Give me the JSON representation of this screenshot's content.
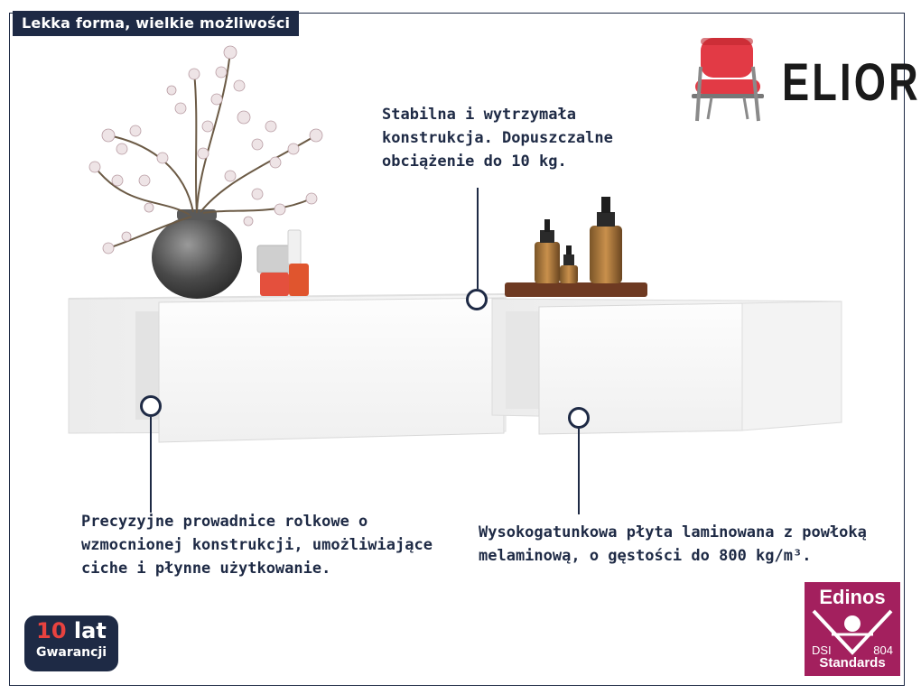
{
  "header": {
    "title": "Lekka forma, wielkie możliwości"
  },
  "brand": {
    "name": "ELIOR"
  },
  "features": {
    "top": "Stabilna i wytrzymała konstrukcja. Dopuszczalne obciążenie do 10 kg.",
    "left": "Precyzyjne prowadnice rolkowe o wzmocnionej konstrukcji, umożliwiające ciche i płynne użytkowanie.",
    "right": "Wysokogatunkowa płyta laminowana z powłoką melaminową, o gęstości do 800 kg/m³."
  },
  "warranty": {
    "number": "10",
    "unit": "lat",
    "label": "Gwarancji"
  },
  "certificate": {
    "brand": "Edinos",
    "code_left": "DSI",
    "code_right": "804",
    "label": "Standards"
  },
  "colors": {
    "navy": "#1e2a45",
    "accent_red": "#e8423f",
    "cert_magenta": "#a3205e"
  }
}
